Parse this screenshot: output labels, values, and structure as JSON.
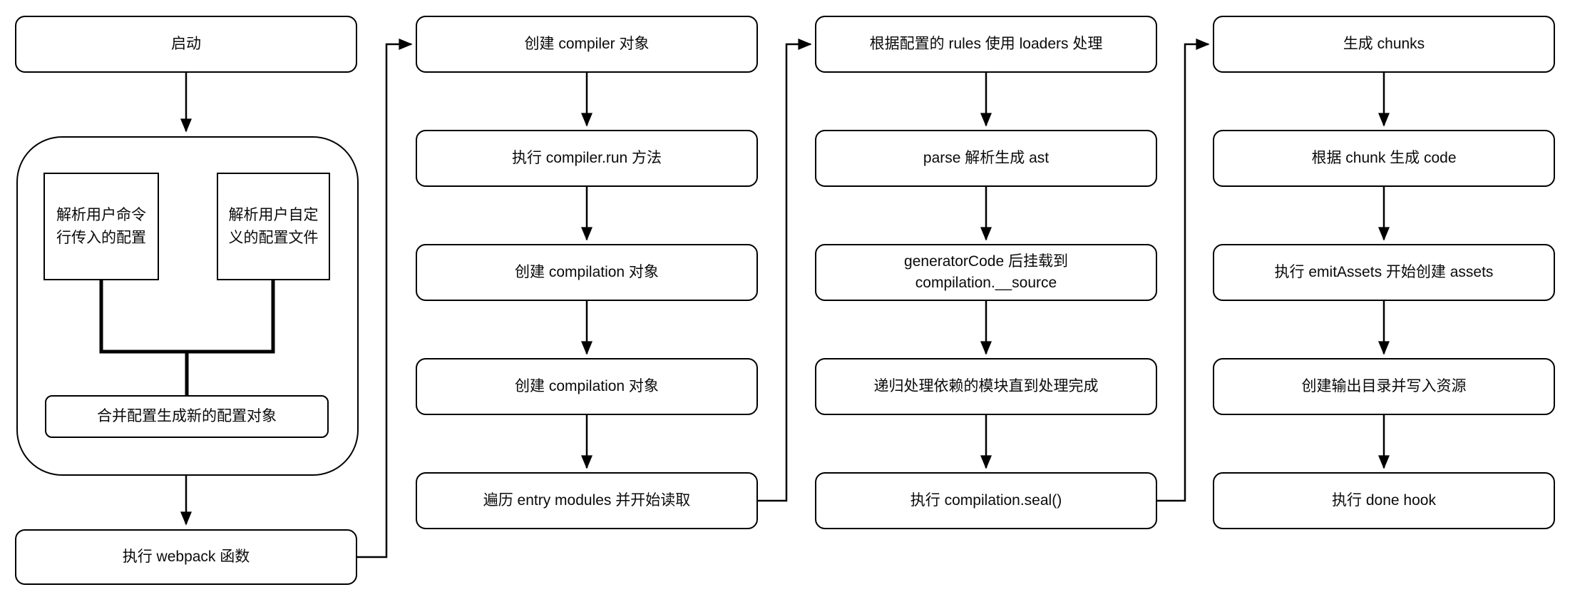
{
  "flow": {
    "col1": {
      "start": "启动",
      "parse_cli": "解析用户命令\n行传入的配置",
      "parse_custom": "解析用户自定\n义的配置文件",
      "merge": "合并配置生成新的配置对象",
      "run_webpack": "执行 webpack 函数"
    },
    "col2": {
      "create_compiler": "创建 compiler 对象",
      "run_compiler": "执行 compiler.run 方法",
      "create_compilation_1": "创建 compilation 对象",
      "create_compilation_2": "创建 compilation 对象",
      "traverse_entry": "遍历 entry modules 并开始读取"
    },
    "col3": {
      "loaders": "根据配置的 rules 使用 loaders 处理",
      "parse_ast": "parse 解析生成 ast",
      "generator_code": "generatorCode 后挂载到\ncompilation.__source",
      "recurse_deps": "递归处理依赖的模块直到处理完成",
      "seal": "执行 compilation.seal()"
    },
    "col4": {
      "gen_chunks": "生成 chunks",
      "chunk_code": "根据 chunk 生成 code",
      "emit_assets": "执行 emitAssets 开始创建 assets",
      "write_output": "创建输出目录并写入资源",
      "done_hook": "执行 done hook"
    }
  },
  "colors": {
    "stroke": "#000000",
    "background": "#ffffff",
    "text": "#0a0a0a"
  }
}
